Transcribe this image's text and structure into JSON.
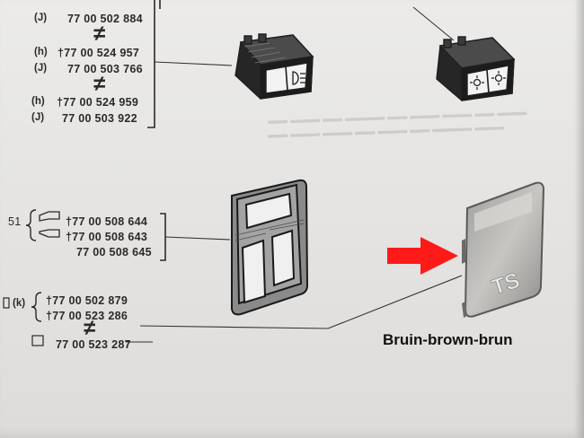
{
  "top_group": {
    "rows": [
      {
        "code": "(h)",
        "number": "†77 00 524 957"
      },
      {
        "code": "(J)",
        "number": "77 00 503 766"
      },
      {
        "code": "(h)",
        "number": "†77 00 524 959"
      },
      {
        "code": "(J)",
        "number": "77 00 503 922"
      }
    ],
    "partial_top": {
      "code": "(J)",
      "number": "77 00 502 884"
    }
  },
  "middle_group": {
    "item_number": "51",
    "rows": [
      {
        "number": "†77 00 508 644"
      },
      {
        "number": "†77 00 508 643"
      },
      {
        "number": "77 00 508 645"
      }
    ]
  },
  "bottom_group": {
    "code": "(k)",
    "rows": [
      {
        "number": "†77 00 502 879"
      },
      {
        "number": "†77 00 523 286"
      }
    ],
    "extra": {
      "number": "77 00 523 287"
    }
  },
  "not_equal_symbol": "≠",
  "badge_text": "TS",
  "caption": "Bruin-brown-brun",
  "colors": {
    "arrow": "#ff1a1a",
    "ink": "#2a2a2a"
  }
}
